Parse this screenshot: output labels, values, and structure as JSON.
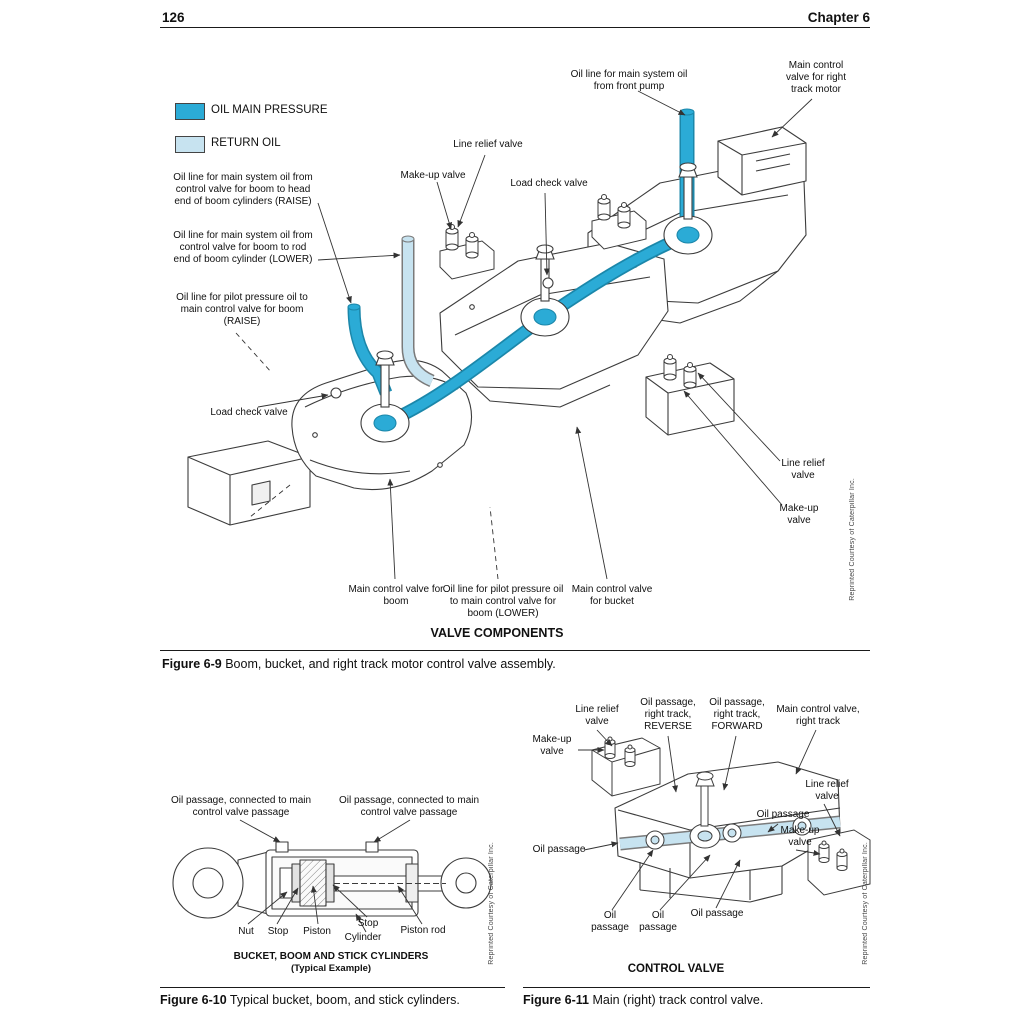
{
  "header": {
    "page_number": "126",
    "chapter": "Chapter 6"
  },
  "colors": {
    "oil_main_pressure": "#2BABD6",
    "return_oil": "#C7E3F0",
    "line_art": "#3C3C3C"
  },
  "fig9": {
    "legend": {
      "main_pressure": "OIL MAIN PRESSURE",
      "return_oil": "RETURN OIL"
    },
    "labels": {
      "front_pump": "Oil line for main system oil from front pump",
      "right_track_motor": "Main control valve for right track motor",
      "line_relief_top": "Line relief valve",
      "make_up_top": "Make-up valve",
      "load_check_top": "Load check valve",
      "raise_line": "Oil line for main system oil from control valve for boom to head end of boom cylinders (RAISE)",
      "lower_line": "Oil line for main system oil from control valve for boom to rod end of boom cylinder (LOWER)",
      "pilot_raise": "Oil line for pilot pressure oil to main control valve for boom (RAISE)",
      "load_check_left": "Load check valve",
      "line_relief_right": "Line relief valve",
      "make_up_right": "Make-up valve",
      "boom_valve": "Main control valve for boom",
      "pilot_lower": "Oil line for pilot pressure oil to main control valve for boom (LOWER)",
      "bucket_valve": "Main control valve for bucket"
    },
    "diagram_title": "VALVE COMPONENTS",
    "credit": "Reprinted Courtesy of Caterpillar Inc.",
    "caption_label": "Figure 6-9",
    "caption_text": " Boom, bucket, and right track motor control valve assembly."
  },
  "fig10": {
    "labels": {
      "oil_passage_left": "Oil passage, connected to main control valve passage",
      "oil_passage_right": "Oil passage, connected to main control valve passage",
      "nut": "Nut",
      "stop_1": "Stop",
      "piston": "Piston",
      "stop_2": "Stop",
      "cylinder": "Cylinder",
      "piston_rod": "Piston rod"
    },
    "diagram_title_line1": "BUCKET, BOOM AND STICK CYLINDERS",
    "diagram_title_line2": "(Typical Example)",
    "credit": "Reprinted Courtesy of Caterpillar Inc.",
    "caption_label": "Figure 6-10",
    "caption_text": " Typical bucket, boom, and stick cylinders."
  },
  "fig11": {
    "labels": {
      "line_relief_top": "Line relief valve",
      "passage_reverse": "Oil passage, right track, REVERSE",
      "passage_forward": "Oil passage, right track, FORWARD",
      "main_valve": "Main control valve, right track",
      "make_up_top": "Make-up valve",
      "line_relief_right": "Line relief valve",
      "oil_passage_right": "Oil passage",
      "make_up_right": "Make-up valve",
      "oil_passage_left": "Oil passage",
      "oil_passage_b1": "Oil passage",
      "oil_passage_b2": "Oil passage",
      "oil_passage_b3": "Oil passage"
    },
    "diagram_title": "CONTROL VALVE",
    "credit": "Reprinted Courtesy of Caterpillar Inc.",
    "caption_label": "Figure 6-11",
    "caption_text": " Main (right) track control valve."
  }
}
